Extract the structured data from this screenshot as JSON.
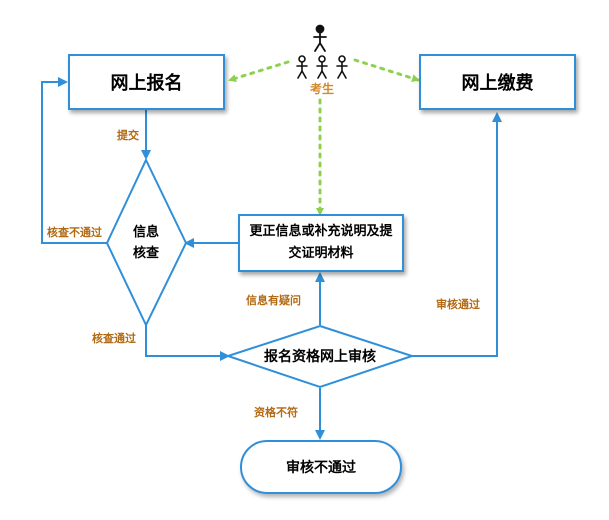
{
  "nodes": {
    "online_registration": "网上报名",
    "online_payment": "网上缴费",
    "candidates": "考生",
    "info_check_line1": "信息",
    "info_check_line2": "核查",
    "correct_info_line1": "更正信息或补充说明及提",
    "correct_info_line2": "交证明材料",
    "qualification_review": "报名资格网上审核",
    "review_failed": "审核不通过"
  },
  "edges": {
    "submit": "提交",
    "check_failed": "核查不通过",
    "check_passed": "核查通过",
    "info_in_doubt": "信息有疑问",
    "review_passed": "审核通过",
    "not_qualified": "资格不符"
  },
  "colors": {
    "flow_line": "#2f8fd9",
    "dashed_link": "#8fd14f",
    "edge_label": "#b26a14"
  },
  "icons": {
    "candidate_icon": "person-icon"
  }
}
